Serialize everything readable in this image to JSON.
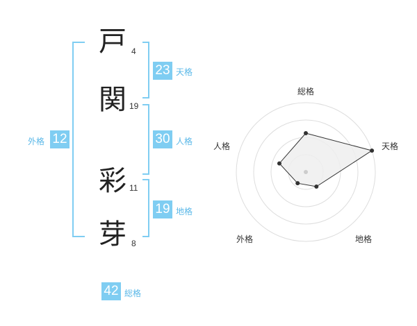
{
  "surname": [
    {
      "char": "戸",
      "strokes": "4"
    },
    {
      "char": "関",
      "strokes": "19"
    }
  ],
  "given": [
    {
      "char": "彩",
      "strokes": "11"
    },
    {
      "char": "芽",
      "strokes": "8"
    }
  ],
  "grids": {
    "tenkaku": {
      "value": "23",
      "label": "天格"
    },
    "jinkaku": {
      "value": "30",
      "label": "人格"
    },
    "chikaku": {
      "value": "19",
      "label": "地格"
    },
    "gaikaku": {
      "value": "12",
      "label": "外格"
    },
    "soukaku": {
      "value": "42",
      "label": "総格"
    }
  },
  "colors": {
    "accent": "#7fcdf2",
    "radar_fill": "#eeeeee",
    "radar_line": "#333333",
    "ring": "#dddddd"
  },
  "chart_data": {
    "type": "radar",
    "axes": [
      "総格",
      "天格",
      "地格",
      "外格",
      "人格"
    ],
    "values": [
      0.56,
      1.0,
      0.26,
      0.2,
      0.4
    ],
    "rings": 4
  }
}
